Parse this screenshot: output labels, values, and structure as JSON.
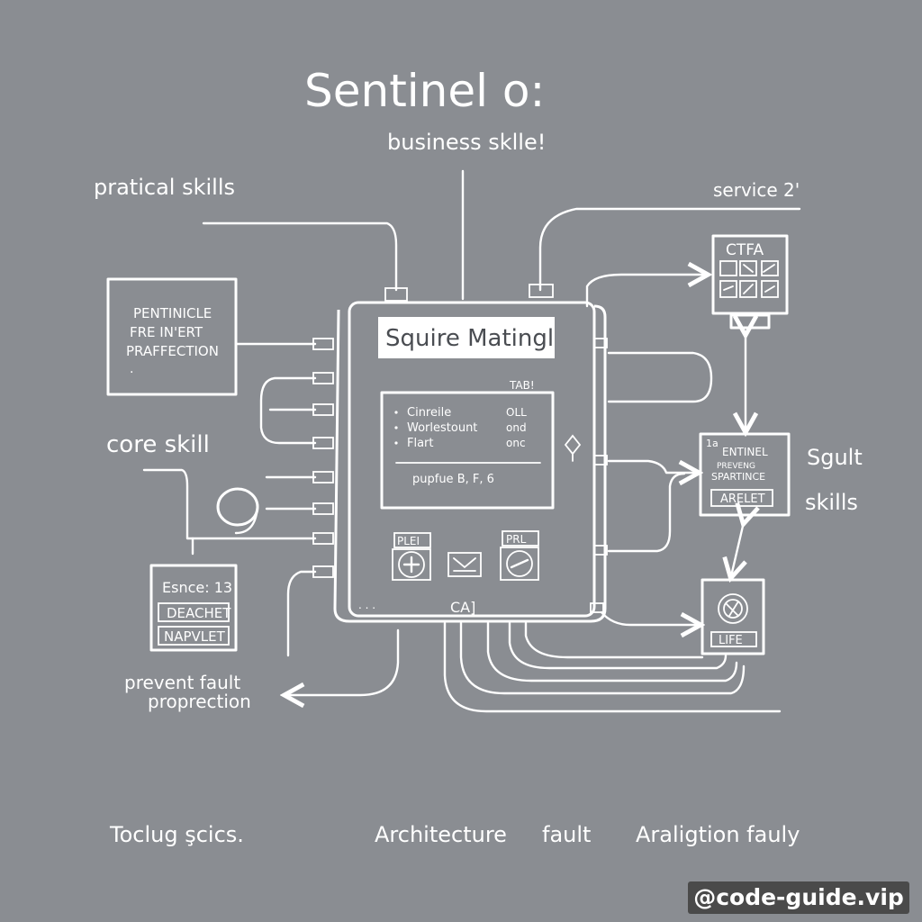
{
  "title": "Sentinel o:",
  "subtitle": "business sklle!",
  "left_labels": {
    "practical": "pratical skills",
    "core": "core skill",
    "prevent_line1": "prevent fault",
    "prevent_line2": "proprection"
  },
  "right_labels": {
    "service": "service 2'",
    "sgult": "Sgult",
    "skills": "skills"
  },
  "left_box": {
    "line1": "PENTINICLE",
    "line2": "FRE IN'ERT",
    "line3": "PRAFFECTION"
  },
  "small_box": {
    "title": "Esnce: 13",
    "btn1": "DEACHET",
    "btn2": "NAPVLET"
  },
  "device": {
    "header": "Squire Matingl",
    "screen_tag": "TAB!",
    "items": [
      {
        "label": "Cinreile",
        "value": "OLL"
      },
      {
        "label": "Worlestount",
        "value": "ond"
      },
      {
        "label": "Flart",
        "value": "onc"
      }
    ],
    "footer": "pupfue B, F, 6",
    "btn_plus_label": "PLEI",
    "btn_minus_label": "PRL",
    "bottom_tag": "CA]",
    "dots": ". . ."
  },
  "ctfa_box": {
    "title": "CTFA"
  },
  "sentinel_box": {
    "corner": "1a",
    "line1": "ENTINEL",
    "line2": "PREVENG",
    "line3": "SPARTINCE",
    "button": "ARELET"
  },
  "life_box": {
    "label": "LIFE"
  },
  "footer": {
    "left": "Toclug şcics.",
    "architecture": "Architecture",
    "fault": "fault",
    "right": "Araligtion fauly"
  },
  "watermark": "@code-guide.vip"
}
